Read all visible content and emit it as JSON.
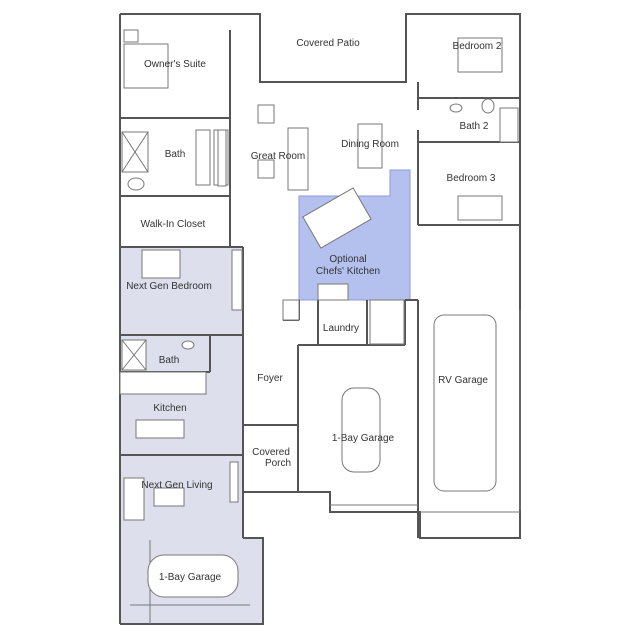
{
  "colors": {
    "next_gen_fill": "#dde0ec",
    "chef_kitchen_fill": "#b4c0ee",
    "wall": "#555555",
    "background": "#ffffff"
  },
  "rooms": {
    "covered_patio": "Covered Patio",
    "owners_suite": "Owner's Suite",
    "bedroom_2": "Bedroom 2",
    "bath_2": "Bath 2",
    "bath_owner": "Bath",
    "great_room": "Great Room",
    "dining_room": "Dining Room",
    "bedroom_3": "Bedroom 3",
    "walk_in_closet": "Walk-In Closet",
    "optional_chefs_kitchen_line1": "Optional",
    "optional_chefs_kitchen_line2": "Chefs' Kitchen",
    "next_gen_bedroom": "Next Gen Bedroom",
    "laundry": "Laundry",
    "rv_garage": "RV Garage",
    "bath_next_gen": "Bath",
    "foyer": "Foyer",
    "kitchen": "Kitchen",
    "one_bay_garage_main": "1-Bay Garage",
    "covered_porch_line1": "Covered",
    "covered_porch_line2": "Porch",
    "next_gen_living": "Next Gen Living",
    "one_bay_garage_next_gen": "1-Bay Garage"
  }
}
